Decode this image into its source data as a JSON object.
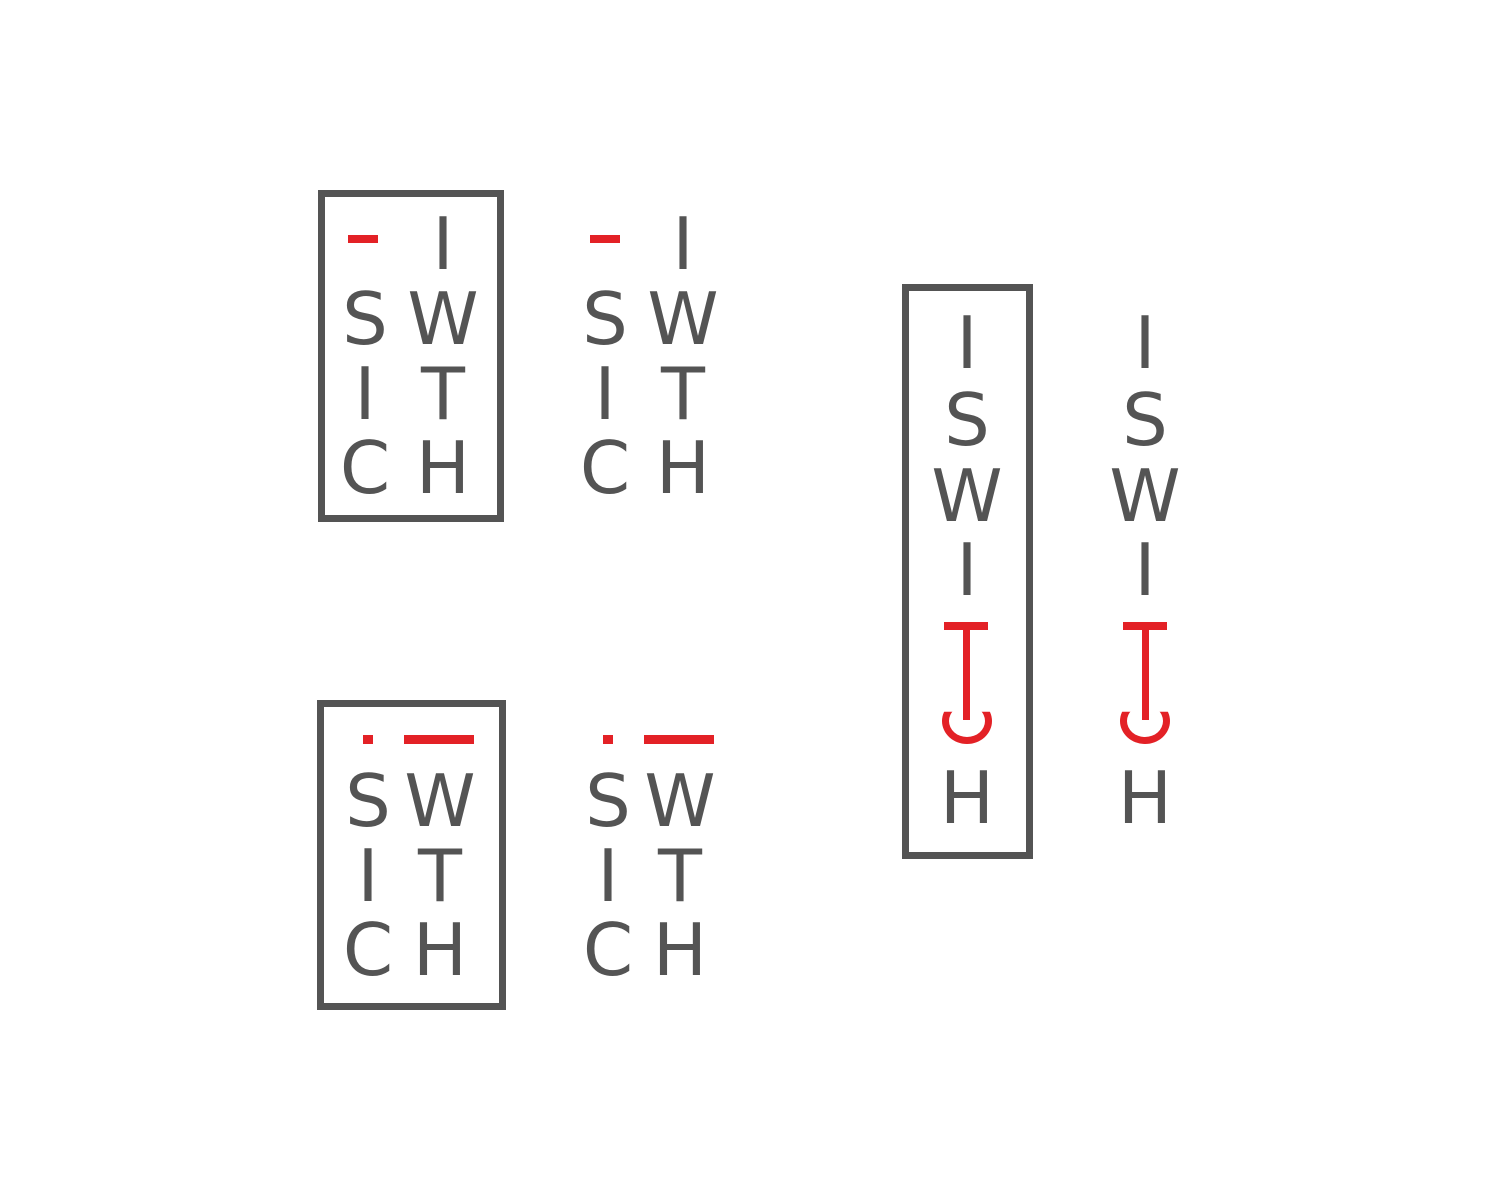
{
  "brand": {
    "letter_color": "#545454",
    "accent_color": "#e32126",
    "frame_color": "#545454",
    "background": "#ffffff"
  },
  "logo_a": {
    "top_right": "I",
    "row2": [
      "S",
      "W"
    ],
    "row3": [
      "I",
      "T"
    ],
    "row4": [
      "C",
      "H"
    ]
  },
  "logo_b": {
    "row2": [
      "S",
      "W"
    ],
    "row3": [
      "I",
      "T"
    ],
    "row4": [
      "C",
      "H"
    ]
  },
  "logo_c": {
    "letters": [
      "I",
      "S",
      "W",
      "I",
      "H"
    ]
  }
}
